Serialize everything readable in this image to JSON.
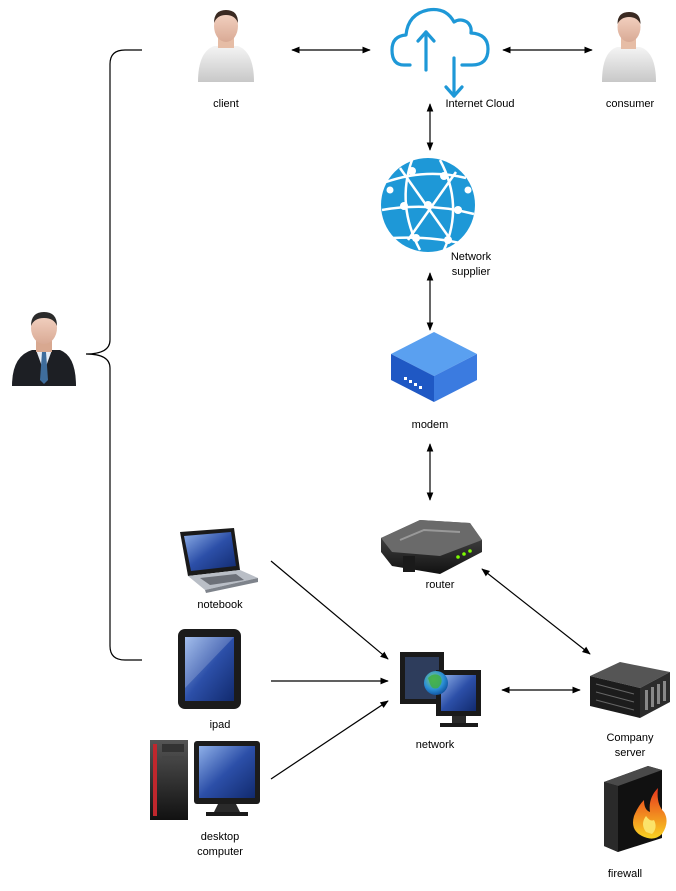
{
  "diagram": {
    "nodes": {
      "client": {
        "label": "client",
        "icon": "person-icon"
      },
      "cloud": {
        "label": "Internet Cloud",
        "icon": "cloud-upload-download-icon",
        "color": "#1E98D7"
      },
      "consumer": {
        "label": "consumer",
        "icon": "person-icon"
      },
      "supplier": {
        "label": "Network\nsupplier",
        "icon": "globe-network-icon",
        "color": "#1E98D7"
      },
      "modem": {
        "label": "modem",
        "icon": "modem-box-icon",
        "color": "#2F6FD9"
      },
      "router": {
        "label": "router",
        "icon": "router-icon"
      },
      "notebook": {
        "label": "notebook",
        "icon": "laptop-icon"
      },
      "ipad": {
        "label": "ipad",
        "icon": "tablet-icon"
      },
      "desktop": {
        "label": "desktop\ncomputer",
        "icon": "desktop-computer-icon"
      },
      "network": {
        "label": "network",
        "icon": "network-monitors-icon"
      },
      "server": {
        "label": "Company\nserver",
        "icon": "server-icon"
      },
      "firewall": {
        "label": "firewall",
        "icon": "firewall-icon"
      },
      "businessman": {
        "label": "",
        "icon": "businessman-icon"
      }
    },
    "edges": [
      {
        "from": "client",
        "to": "cloud",
        "type": "bidirectional"
      },
      {
        "from": "cloud",
        "to": "consumer",
        "type": "bidirectional"
      },
      {
        "from": "cloud",
        "to": "supplier",
        "type": "bidirectional"
      },
      {
        "from": "supplier",
        "to": "modem",
        "type": "bidirectional"
      },
      {
        "from": "modem",
        "to": "router",
        "type": "bidirectional"
      },
      {
        "from": "router",
        "to": "server",
        "type": "bidirectional"
      },
      {
        "from": "notebook",
        "to": "network",
        "type": "directed"
      },
      {
        "from": "ipad",
        "to": "network",
        "type": "directed"
      },
      {
        "from": "desktop",
        "to": "network",
        "type": "directed"
      },
      {
        "from": "network",
        "to": "server",
        "type": "bidirectional"
      }
    ],
    "brace": {
      "from": "businessman",
      "covers": [
        "client",
        "notebook",
        "ipad"
      ]
    },
    "colors": {
      "line": "#000000",
      "accent_blue": "#1E98D7",
      "modem_blue": "#2F6FD9",
      "fire": "#F26B1D"
    }
  }
}
